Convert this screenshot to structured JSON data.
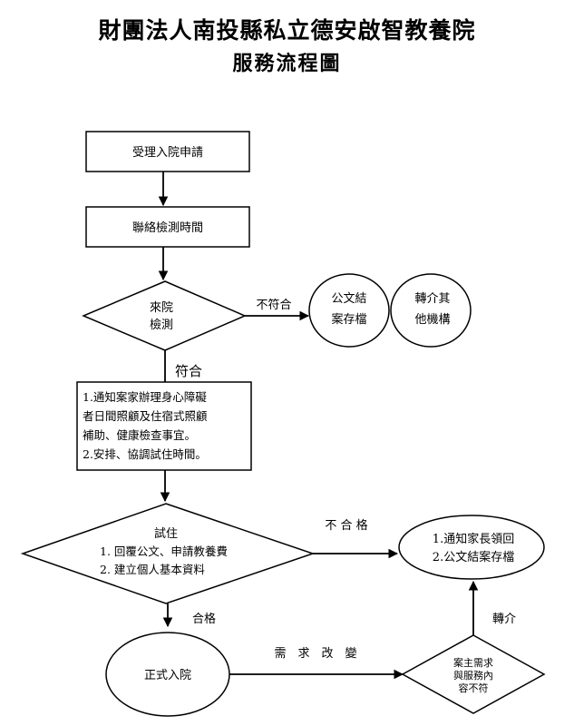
{
  "header": {
    "title": "財團法人南投縣私立德安啟智教養院",
    "subtitle": "服務流程圖"
  },
  "nodes": {
    "receive_application": "受理入院申請",
    "contact_test_time": "聯絡檢測時間",
    "visit_test": [
      "來院",
      "檢測"
    ],
    "archive_docs": [
      "公文結",
      "案存檔"
    ],
    "refer_other": [
      "轉介其",
      "他機構"
    ],
    "notify_family": [
      "1.通知案家辦理身心障礙",
      "者日間照顧及住宿式照顧",
      "補助、健康檢查事宜。",
      "2.安排、協調試住時間。"
    ],
    "trial_stay": [
      "試住",
      "1. 回覆公文、申請教養費",
      "2. 建立個人基本資料"
    ],
    "notify_parent": [
      "1.通知家長領回",
      "2.公文結案存檔"
    ],
    "formal_admission": "正式入院",
    "mismatch": [
      "案主需求",
      "與服務內",
      "容不符"
    ]
  },
  "edges": {
    "not_meet_1": "不符合",
    "meet": "符合",
    "not_qualified": "不 合 格",
    "qualified": "合格",
    "needs_change": "需　求　改　變",
    "referral": "轉介"
  }
}
